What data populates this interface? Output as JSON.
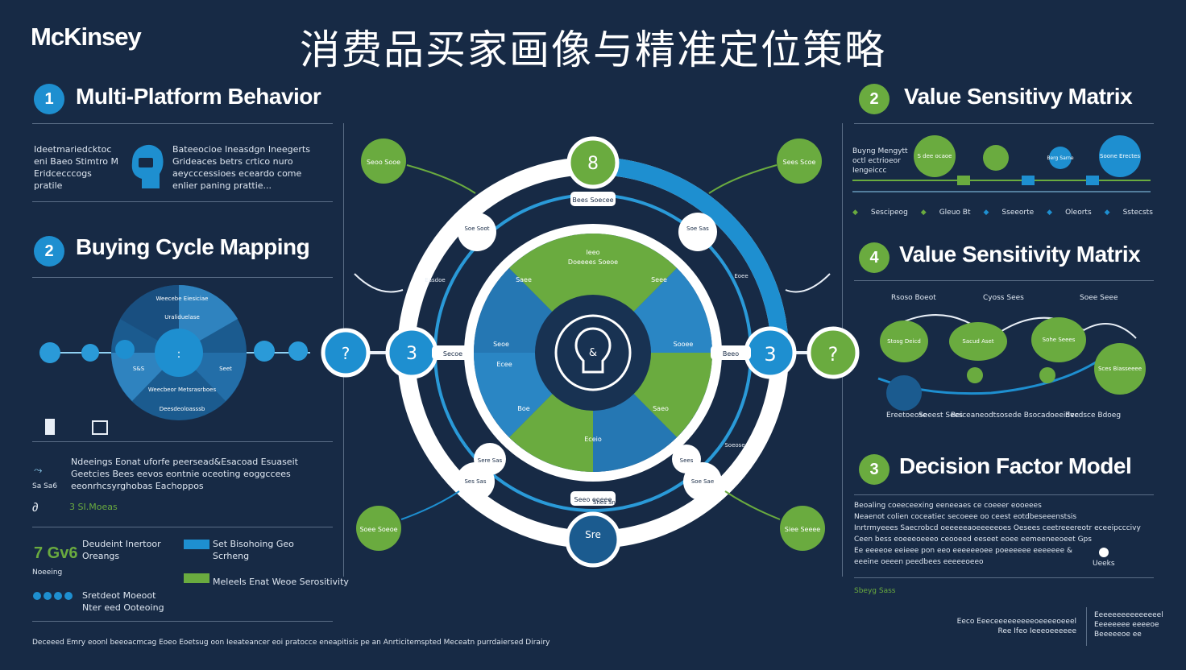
{
  "header": {
    "brand": "McKinsey",
    "title": "消费品买家画像与精准定位策略"
  },
  "left": {
    "s1": {
      "num": "1",
      "title": "Multi-Platform Behavior",
      "text_a": [
        "Ideetmariedcktoc",
        "eni Baeo Stimtro M",
        "Eridcecccogs",
        "pratile"
      ],
      "text_b": [
        "Bateeocioe Ineasdgn Ineegerts",
        "Grideaces betrs crtico nuro",
        "aeycccessioes eceardo come",
        "enlier paning prattie..."
      ]
    },
    "s2": {
      "num": "2",
      "title": "Buying Cycle Mapping",
      "wheel": [
        "Weecebe Eiesiciae",
        "Uraliduelase",
        "S&S",
        "Seet",
        "Weecbeor Metsrasrboes",
        "Deesdeoloasssb"
      ]
    },
    "notes": {
      "a": [
        "Ndeeings Eonat uforfe peersead&Esacoad Esuaseit",
        "Geetcies Bees eevos eontnie oceoting eoggccees",
        "eeonrhcsyrghobas Eachoppos"
      ],
      "a_tag": "Sa  Sa6",
      "b": "3  SI.Moeas"
    },
    "legend": {
      "big": "7 Gv6",
      "big_sub": "Noeeing",
      "c1": [
        "Deudeint Inertoor",
        "Oreangs"
      ],
      "c2": [
        "Sretdeot Moeoot",
        "Nter eed Ooteoing"
      ],
      "l1": [
        "Set Bisohoing Geo",
        "Scrheng"
      ],
      "l2": "Meleels Enat Weoe Serositivity"
    },
    "footer": "Deceeed Emry eoonl beeoacmcag Eoeo Eoetsug oon Ieeateancer eoi pratocce eneapitisis pe an Anrticitemspted Meceatn purrdaiersed Dirairy"
  },
  "right": {
    "s2": {
      "num": "2",
      "title": "Value Sensitivy Matrix",
      "intro": [
        "Buyng Mengytt",
        "octl ectrioeor",
        "Iengeiccc"
      ],
      "bubbles": [
        "S dee ocaoe",
        "Berg Sarne",
        "Soone Erectes"
      ],
      "legend": [
        "Sescipeog",
        "Gleuo Bt",
        "Sseeorte",
        "Oleorts",
        "Sstecsts"
      ]
    },
    "s4": {
      "num": "4",
      "title": "Value Sensitivity Matrix",
      "labels": [
        "Rsoso Boeot",
        "Cyoss Sees",
        "Soee Seee"
      ],
      "blobs": [
        "Stosg Deicd",
        "Sacud Aset",
        "Sohe Seees",
        "Sces Biasseeee"
      ],
      "captions": [
        "Ereetoeose",
        "Seeest Sees",
        "Beiceaneodtsosede Bsocadoeeidve",
        "Becdsce Bdoeg"
      ]
    },
    "s3": {
      "num": "3",
      "title": "Decision Factor Model",
      "lines": [
        "Beoaling coeeceexing eeneeaes ce coeeer eooeees",
        "Neaenot colien coceatiec secoeee oo ceest eotdbeseeenstsis",
        "Inrtrmyeees Saecrobcd oeeeeeaoeeeeeoes Oesees ceetreeereotr eceeipcccivy",
        "Ceen bess eoeeeoeeeo ceooeed eeseet eoee eemeeneeoeet Gps",
        "Ee eeeeoe eeieee pon eeo eeeeeeoee poeeeeee eeeeeee &",
        "eeeine oeeen peedbees eeeeeoeeo"
      ],
      "tail": "Ueeks",
      "foot_green": "Sbeyg Sass"
    },
    "footer": {
      "a": [
        "Eeco Eeeceeeeeeeeeoeeeeoeeel",
        "Ree Ifeo Ieeeoeeeeee"
      ],
      "b": [
        "Eeeeeeeeeeeeeeel",
        "Eeeeeeee eeeeoe",
        "Beeeeeoe ee"
      ]
    }
  },
  "center": {
    "core_label": "&",
    "inner_segments": [
      "Ieeo",
      "Doeeees Soeoe",
      "Seee",
      "Sooee",
      "Saeo",
      "Eceio",
      "Boe",
      "Seoe",
      "Saee",
      "Ecee"
    ],
    "nodes": [
      {
        "label": "8",
        "caption": "Bees Soecee"
      },
      {
        "label": "3",
        "caption": "Secoe"
      },
      {
        "label": "?",
        "caption": ""
      },
      {
        "label": "3",
        "caption": "Beeo"
      },
      {
        "label": "?",
        "caption": ""
      },
      {
        "label": "Sre",
        "caption": "Seeo eoeee"
      }
    ],
    "callouts": [
      "Soe Soot",
      "Soe Sas",
      "Ses Sas",
      "Soe Sae",
      "Sere Sas",
      "Sees"
    ],
    "corner_bubbles": [
      "Seoo Sooe",
      "Sees Scoe",
      "Soee Soeoe",
      "Siee Seeee"
    ],
    "tags": [
      "Shes Sneas",
      "Easdoe",
      "Eoee",
      "Soeose"
    ]
  },
  "colors": {
    "bg": "#172a45",
    "blue": "#1e8fd0",
    "green": "#6aab3f",
    "white": "#ffffff"
  }
}
